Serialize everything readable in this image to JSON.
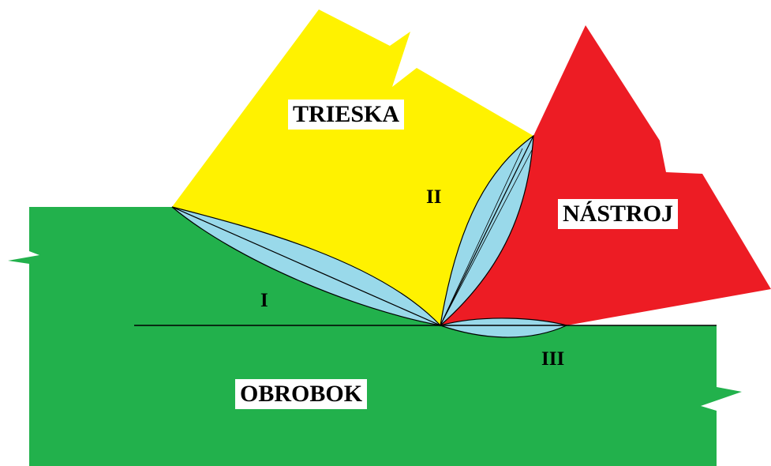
{
  "labels": {
    "chip": "TRIESKA",
    "tool": "NÁSTROJ",
    "workpiece": "OBROBOK",
    "zone_primary": "I",
    "zone_secondary": "II",
    "zone_tertiary": "III"
  },
  "colors": {
    "workpiece": "#22b14c",
    "chip": "#fff200",
    "tool": "#ed1c24",
    "deformation_zone": "#99d9ea",
    "outline": "#000000",
    "background": "#ffffff"
  }
}
